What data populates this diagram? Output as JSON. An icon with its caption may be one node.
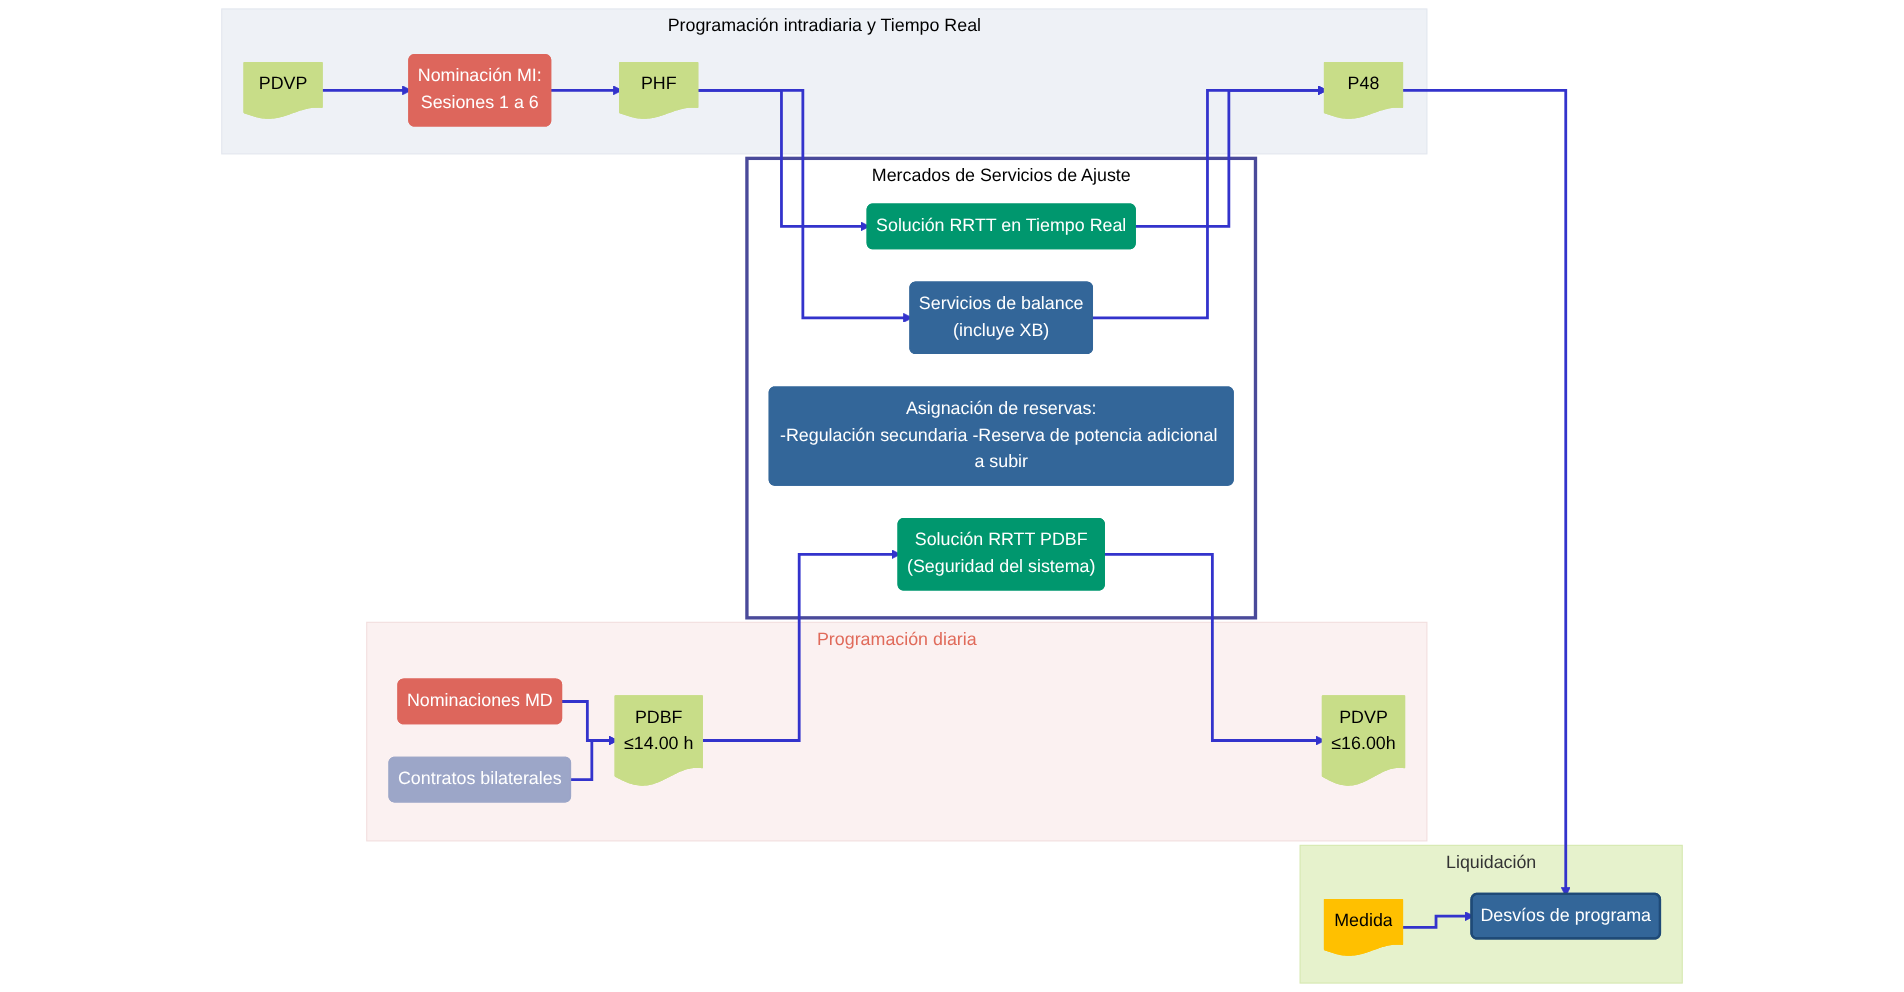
{
  "diagram": {
    "nodes": [
      {
        "text": [
          "Programación diaria"
        ]
      },
      {
        "text": [
          "Nominaciones MD"
        ],
        "in": 0
      },
      {
        "text": [
          "Contratos bilaterales"
        ],
        "in": 0
      },
      {
        "text": [
          "PDBF",
          "≤14.00 h"
        ],
        "in": 0
      },
      {
        "text": [
          "PDVP",
          "≤16.00h"
        ],
        "in": 0
      },
      {
        "text": [
          "Mercados de Servicios de Ajuste"
        ]
      },
      {
        "text": [
          "Solución RRTT PDBF",
          "(Seguridad del sistema)"
        ],
        "in": 5
      },
      {
        "text": [
          "Asignación de reservas:",
          "-Regulación secundaria -Reserva de potencia adicional a subir"
        ],
        "in": 5
      },
      {
        "text": [
          "Programación intradiaria y Tiempo Real"
        ]
      },
      {
        "text": [
          "PDVP"
        ],
        "in": 8
      },
      {
        "text": [
          "Nominación MI:",
          "Sesiones 1 a 6"
        ],
        "in": 8
      },
      {
        "text": [
          "PHF"
        ],
        "in": 8
      },
      {
        "text": [
          "Solución RRTT en Tiempo Real"
        ],
        "in": 5
      },
      {
        "text": [
          "Servicios de balance",
          "(incluye XB)"
        ],
        "in": 5
      },
      {
        "text": [
          "P48"
        ],
        "in": 8
      },
      {
        "text": [
          "Liquidación"
        ]
      },
      {
        "text": [
          "Desvíos de programa"
        ],
        "in": 15
      },
      {
        "text": [
          "Medida"
        ],
        "in": 15
      }
    ],
    "edges": [
      {
        "from": 1,
        "to": 3,
        "arrow": "to"
      },
      {
        "from": 2,
        "to": 3,
        "arrow": "to"
      },
      {
        "from": 3,
        "to": 6,
        "arrow": "to"
      },
      {
        "from": 6,
        "to": 4,
        "arrow": "to"
      },
      {
        "from": 9,
        "to": 10,
        "arrow": "to"
      },
      {
        "from": 10,
        "to": 11,
        "arrow": "to"
      },
      {
        "from": 11,
        "to": 12,
        "arrow": "to"
      },
      {
        "from": 11,
        "to": 13,
        "arrow": "to"
      },
      {
        "from": 12,
        "to": 14,
        "arrow": "to"
      },
      {
        "from": 13,
        "to": 14,
        "arrow": "to"
      },
      {
        "from": 14,
        "to": 16,
        "arrow": "to"
      },
      {
        "from": 17,
        "to": 16,
        "arrow": "to"
      }
    ]
  }
}
